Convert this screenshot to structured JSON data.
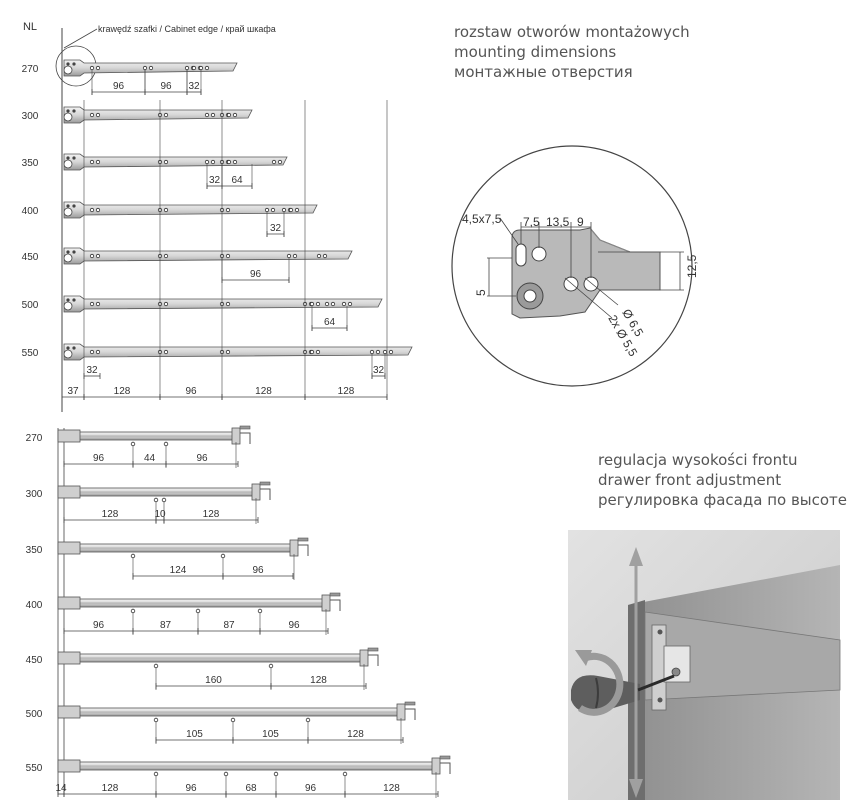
{
  "top": {
    "nl_label": "NL",
    "edge_label": "krawędź szafki / Cabinet edge / край шкафа",
    "rows": [
      {
        "nl": "270",
        "len": 175,
        "holes": [
          30,
          83,
          125,
          132,
          139
        ],
        "dims": [
          {
            "a": 30,
            "b": 83,
            "t": "96"
          },
          {
            "a": 83,
            "b": 125,
            "t": "96"
          },
          {
            "a": 125,
            "b": 139,
            "t": "32"
          }
        ]
      },
      {
        "nl": "300",
        "len": 190,
        "holes": [
          30,
          98,
          145,
          160,
          167
        ],
        "dims": []
      },
      {
        "nl": "350",
        "len": 225,
        "holes": [
          30,
          98,
          145,
          160,
          167,
          212
        ],
        "dims": [
          {
            "a": 145,
            "b": 160,
            "t": "32"
          },
          {
            "a": 160,
            "b": 190,
            "t": "64"
          }
        ]
      },
      {
        "nl": "400",
        "len": 255,
        "holes": [
          30,
          98,
          160,
          205,
          222,
          229
        ],
        "dims": [
          {
            "a": 205,
            "b": 222,
            "t": "32"
          }
        ]
      },
      {
        "nl": "450",
        "len": 290,
        "holes": [
          30,
          98,
          160,
          227,
          257
        ],
        "dims": [
          {
            "a": 160,
            "b": 227,
            "t": "96"
          }
        ]
      },
      {
        "nl": "500",
        "len": 320,
        "holes": [
          30,
          98,
          160,
          243,
          250,
          265,
          282
        ],
        "dims": [
          {
            "a": 250,
            "b": 285,
            "t": "64"
          }
        ]
      },
      {
        "nl": "550",
        "len": 350,
        "holes": [
          30,
          98,
          160,
          243,
          250,
          310,
          323
        ],
        "dims": [
          {
            "a": 310,
            "b": 323,
            "t": "32"
          }
        ]
      }
    ],
    "bottom_dims": [
      {
        "a": 0,
        "b": 22,
        "t": "37"
      },
      {
        "a": 22,
        "b": 98,
        "t": "128"
      },
      {
        "a": 98,
        "b": 160,
        "t": "96"
      },
      {
        "a": 160,
        "b": 243,
        "t": "128"
      },
      {
        "a": 243,
        "b": 325,
        "t": "128"
      }
    ],
    "bottom_dims_extra": [
      {
        "a": 22,
        "b": 38,
        "t": "32"
      }
    ]
  },
  "mounting": {
    "title": [
      "rozstaw otworów montażowych",
      "mounting dimensions",
      "монтажные отверстия"
    ],
    "labels": {
      "slot": "4,5x7,5",
      "d1": "7,5",
      "d2": "13,5",
      "d3": "9",
      "h1": "12,5",
      "h2": "5",
      "hole1": "Ø 6,5",
      "hole2": "2x Ø 5,5"
    }
  },
  "bottom": {
    "rows": [
      {
        "nl": "270",
        "len": 180,
        "holes": [
          75,
          108
        ],
        "dims": [
          {
            "a": 6,
            "b": 75,
            "t": "96"
          },
          {
            "a": 75,
            "b": 108,
            "t": "44"
          },
          {
            "a": 108,
            "b": 180,
            "t": "96"
          }
        ]
      },
      {
        "nl": "300",
        "len": 200,
        "holes": [
          98,
          106
        ],
        "dims": [
          {
            "a": 6,
            "b": 98,
            "t": "128"
          },
          {
            "a": 98,
            "b": 106,
            "t": "10"
          },
          {
            "a": 106,
            "b": 200,
            "t": "128"
          }
        ]
      },
      {
        "nl": "350",
        "len": 238,
        "holes": [
          75,
          165
        ],
        "dims": [
          {
            "a": 75,
            "b": 165,
            "t": "124"
          },
          {
            "a": 165,
            "b": 235,
            "t": "96"
          }
        ]
      },
      {
        "nl": "400",
        "len": 270,
        "holes": [
          75,
          140,
          202
        ],
        "dims": [
          {
            "a": 6,
            "b": 75,
            "t": "96"
          },
          {
            "a": 75,
            "b": 140,
            "t": "87"
          },
          {
            "a": 140,
            "b": 202,
            "t": "87"
          },
          {
            "a": 202,
            "b": 270,
            "t": "96"
          }
        ]
      },
      {
        "nl": "450",
        "len": 308,
        "holes": [
          98,
          213
        ],
        "dims": [
          {
            "a": 98,
            "b": 213,
            "t": "160"
          },
          {
            "a": 213,
            "b": 308,
            "t": "128"
          }
        ]
      },
      {
        "nl": "500",
        "len": 345,
        "holes": [
          98,
          175,
          250
        ],
        "dims": [
          {
            "a": 98,
            "b": 175,
            "t": "105"
          },
          {
            "a": 175,
            "b": 250,
            "t": "105"
          },
          {
            "a": 250,
            "b": 345,
            "t": "128"
          }
        ]
      },
      {
        "nl": "550",
        "len": 380,
        "holes": [
          98,
          168,
          218,
          287
        ],
        "dims": [
          {
            "a": 0,
            "b": 6,
            "t": "14"
          },
          {
            "a": 6,
            "b": 98,
            "t": "128"
          },
          {
            "a": 98,
            "b": 168,
            "t": "96"
          },
          {
            "a": 168,
            "b": 218,
            "t": "68"
          },
          {
            "a": 218,
            "b": 287,
            "t": "96"
          },
          {
            "a": 287,
            "b": 380,
            "t": "128"
          }
        ]
      }
    ]
  },
  "adjustment": {
    "title": [
      "regulacja wysokości frontu",
      "drawer front adjustment",
      "регулировка фасада по высоте"
    ]
  }
}
